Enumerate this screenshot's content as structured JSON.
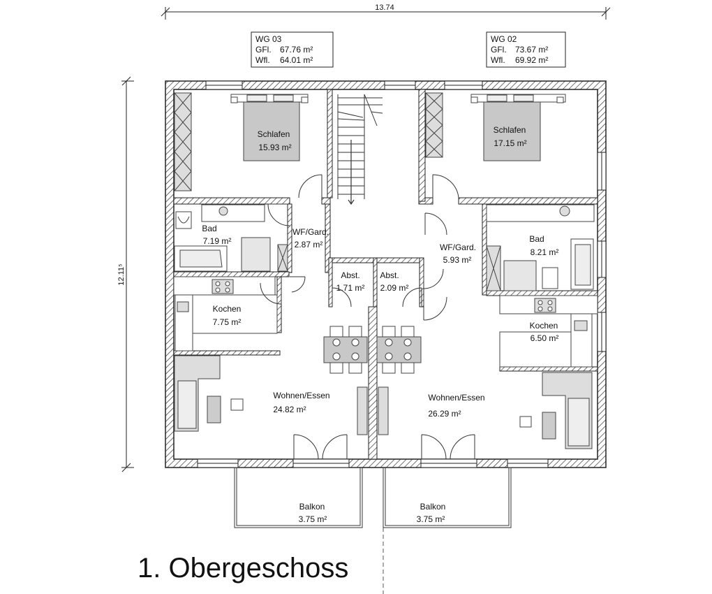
{
  "plan_title": "1. Obergeschoss",
  "dimensions": {
    "width": "13.74",
    "height": "12.11⁵"
  },
  "units": [
    {
      "name": "WG 03",
      "gfl_label": "GFl.",
      "gfl_value": "67.76 m²",
      "wfl_label": "Wfl.",
      "wfl_value": "64.01 m²"
    },
    {
      "name": "WG 02",
      "gfl_label": "GFl.",
      "gfl_value": "73.67 m²",
      "wfl_label": "Wfl.",
      "wfl_value": "69.92 m²"
    }
  ],
  "rooms": {
    "schlafen_left": {
      "name": "Schlafen",
      "area": "15.93 m²"
    },
    "schlafen_right": {
      "name": "Schlafen",
      "area": "17.15 m²"
    },
    "bad_left": {
      "name": "Bad",
      "area": "7.19 m²"
    },
    "bad_right": {
      "name": "Bad",
      "area": "8.21 m²"
    },
    "wf_left": {
      "name": "WF/Gard.",
      "area": "2.87 m²"
    },
    "wf_right": {
      "name": "WF/Gard.",
      "area": "5.93 m²"
    },
    "abst_left": {
      "name": "Abst.",
      "area": "1.71 m²"
    },
    "abst_right": {
      "name": "Abst.",
      "area": "2.09 m²"
    },
    "kochen_left": {
      "name": "Kochen",
      "area": "7.75 m²"
    },
    "kochen_right": {
      "name": "Kochen",
      "area": "6.50 m²"
    },
    "wohnen_left": {
      "name": "Wohnen/Essen",
      "area": "24.82 m²"
    },
    "wohnen_right": {
      "name": "Wohnen/Essen",
      "area": "26.29 m²"
    },
    "balkon_left": {
      "name": "Balkon",
      "area": "3.75 m²"
    },
    "balkon_right": {
      "name": "Balkon",
      "area": "3.75 m²"
    }
  }
}
